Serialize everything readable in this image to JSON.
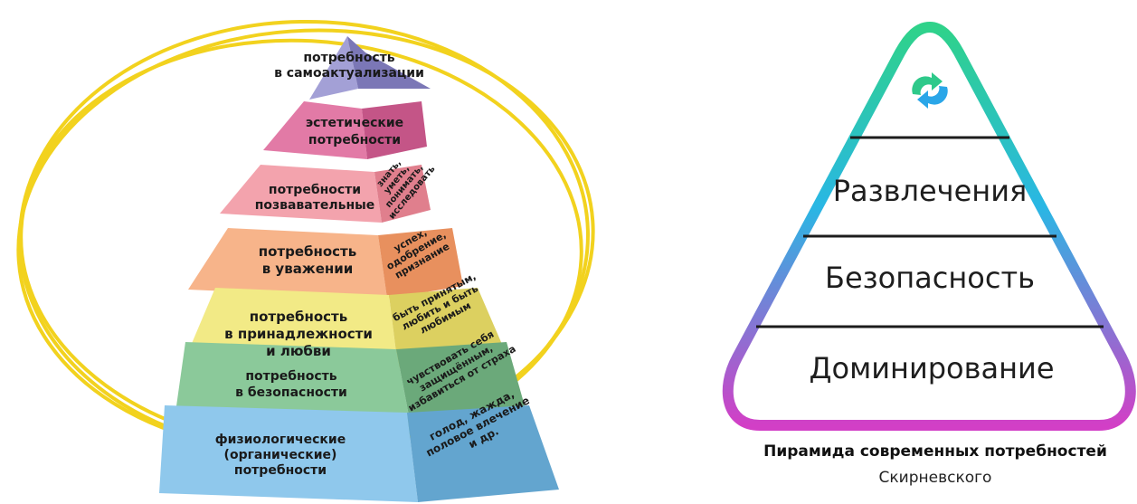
{
  "maslow": {
    "levels": [
      {
        "main": [
          "потребность",
          "в самоактуализации"
        ],
        "side": []
      },
      {
        "main": [
          "эстетические",
          "потребности"
        ],
        "side": []
      },
      {
        "main": [
          "потребности",
          "позвавательные"
        ],
        "side": [
          "знать,",
          "уметь,",
          "понимать,",
          "исследовать"
        ]
      },
      {
        "main": [
          "потребность",
          "в уважении"
        ],
        "side": [
          "успех,",
          "одобрение,",
          "признание"
        ]
      },
      {
        "main": [
          "потребность",
          "в принадлежности",
          "и любви"
        ],
        "side": [
          "быть принятым,",
          "любить и быть",
          "любимым"
        ]
      },
      {
        "main": [
          "потребность",
          "в безопасности"
        ],
        "side": [
          "чувствовать себя",
          "защищённым,",
          "избавиться от страха"
        ]
      },
      {
        "main": [
          "физиологические",
          "(органические)",
          "потребности"
        ],
        "side": [
          "голод, жажда,",
          "половое влечение",
          "и др."
        ]
      }
    ],
    "colors": {
      "front": [
        "#a3a0d6",
        "#e27aa6",
        "#f3a3ad",
        "#f7b48a",
        "#f2ea86",
        "#8bc99a",
        "#8fc8ec"
      ],
      "side": [
        "#7b77b6",
        "#c45587",
        "#e07f8d",
        "#e8905e",
        "#dcd060",
        "#6ba97a",
        "#63a5cf"
      ],
      "ring": "#f2d21e"
    }
  },
  "skirnevsky": {
    "tiers": [
      "Развлечения",
      "Безопасность",
      "Доминирование"
    ],
    "icon": "sync-arrows-icon",
    "caption_title": "Пирамида современных потребностей",
    "caption_sub": "Скирневского",
    "colors": {
      "top": "#2fd28a",
      "middle": "#29b7e4",
      "bottom": "#d23fc6",
      "divider": "#1c1c1c",
      "icon_green": "#2ec98a",
      "icon_blue": "#2aa6e8"
    }
  }
}
